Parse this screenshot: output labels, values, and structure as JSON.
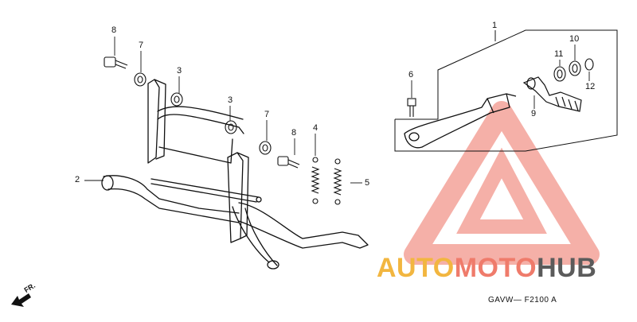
{
  "diagram": {
    "callouts": {
      "c1": "1",
      "c2": "2",
      "c3a": "3",
      "c3b": "3",
      "c4": "4",
      "c5": "5",
      "c6": "6",
      "c7a": "7",
      "c7b": "7",
      "c8a": "8",
      "c8b": "8",
      "c9": "9",
      "c10": "10",
      "c11": "11",
      "c12": "12"
    },
    "direction_label": "FR.",
    "code": "GAVW— F2100 A"
  },
  "watermark": {
    "segments": [
      {
        "text": "AUTO",
        "color": "#f2b640"
      },
      {
        "text": "MOTO",
        "color": "#ef7b6b"
      },
      {
        "text": "HUB",
        "color": "#5b5b5b"
      }
    ],
    "logo_color": "#f4a39a"
  }
}
